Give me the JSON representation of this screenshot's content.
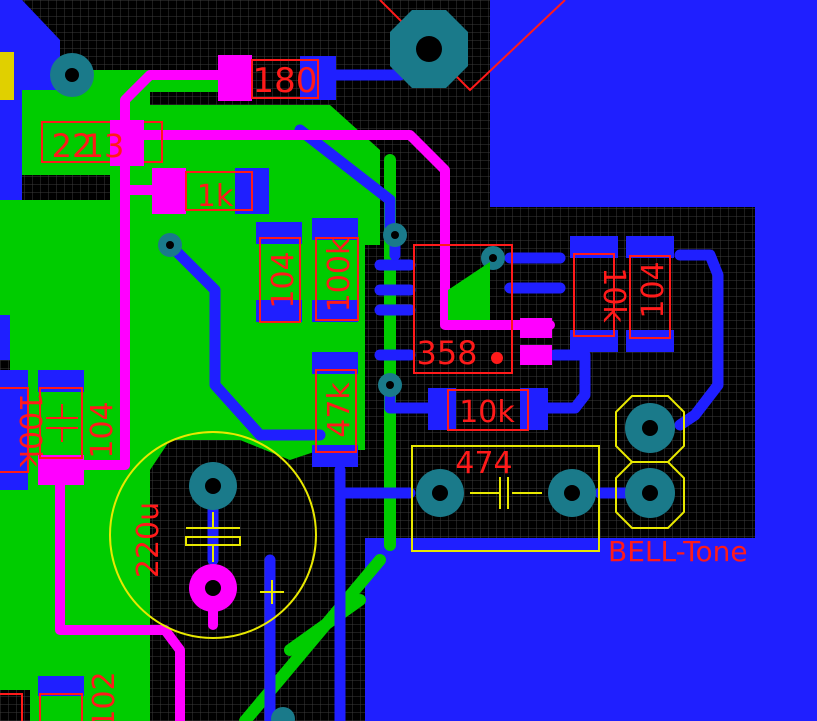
{
  "colors": {
    "background": "#000000",
    "grid": "#3a3a3a",
    "bottom_copper": "#1f1fff",
    "top_copper": "#00cc00",
    "selected_trace": "#ff00ff",
    "pad": "#1a7a8a",
    "silkscreen": "#ff1a1a",
    "outline": "#e8e800",
    "connector": "#e0d000"
  },
  "components": {
    "r_180": "180",
    "r_22": "22",
    "r_13": "13",
    "r_1k": "1k",
    "c_104_a": "104",
    "r_100k_a": "100k",
    "ic_358": "358",
    "r_10k_vertical": "10k",
    "c_104_b": "104",
    "r_10k_horizontal": "10k",
    "r_47k": "47k",
    "r_100k_b": "100k",
    "c_104_c": "104",
    "c_474": "474",
    "c_220u": "220u",
    "c_102": "102",
    "bell_tone": "BELL-Tone"
  }
}
